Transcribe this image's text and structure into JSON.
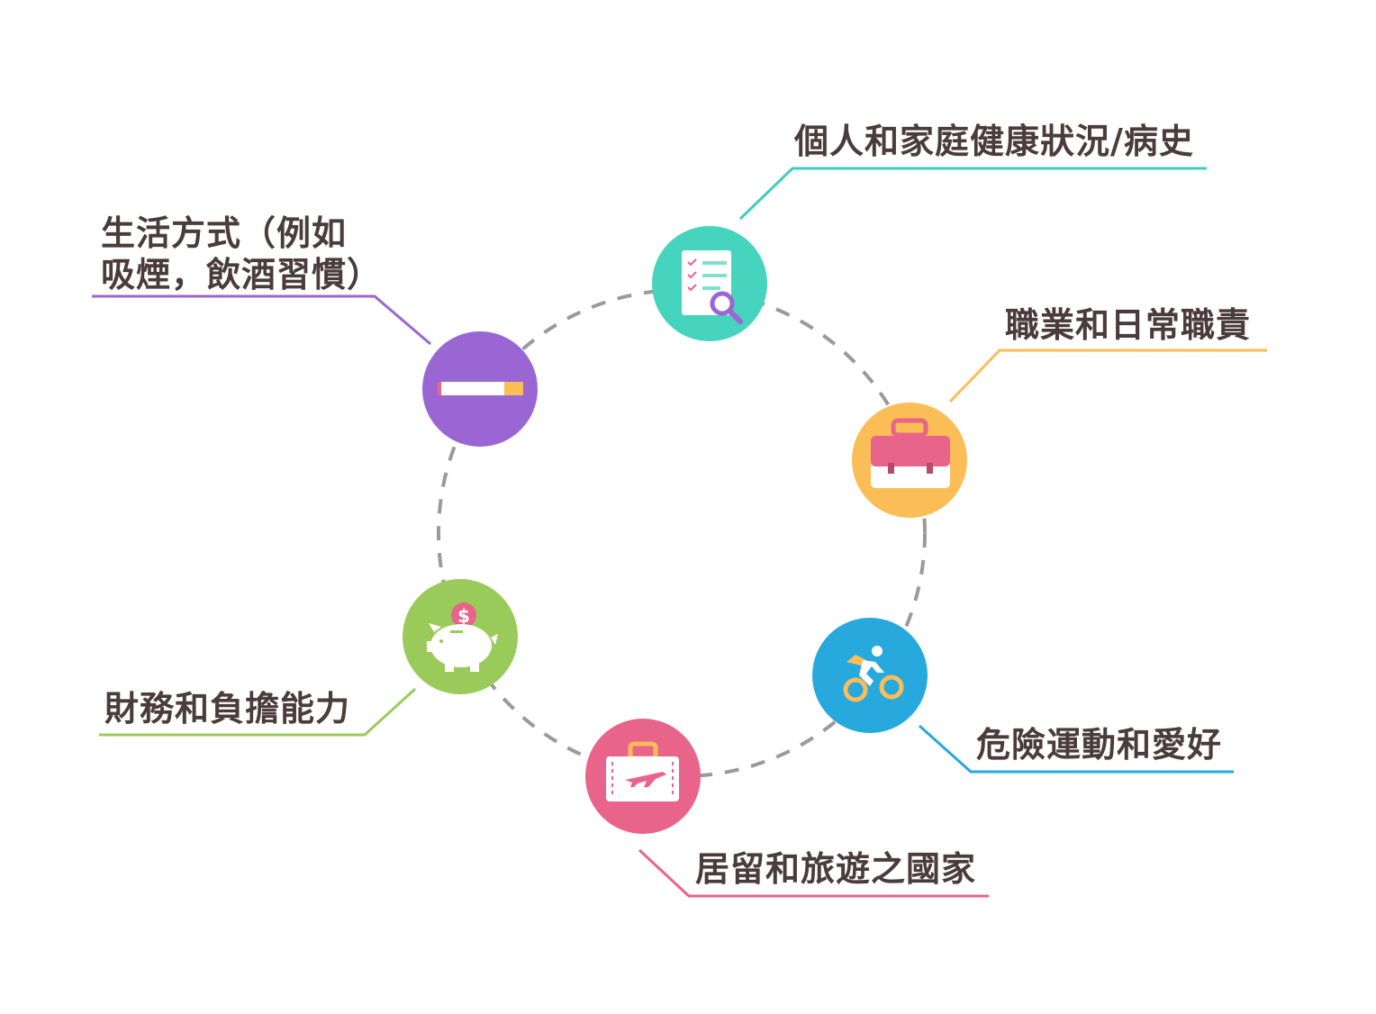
{
  "nodes": [
    {
      "id": "medical",
      "label_lines": [
        "個人和家庭健康狀況/病史"
      ],
      "icon": "clipboard-search-icon",
      "circle_color": "#47d4be",
      "line_color": "#3fcdbf"
    },
    {
      "id": "occupation",
      "label_lines": [
        "職業和日常職責"
      ],
      "icon": "briefcase-icon",
      "circle_color": "#fbbd55",
      "line_color": "#fbbd55"
    },
    {
      "id": "sports",
      "label_lines": [
        "危險運動和愛好"
      ],
      "icon": "cyclist-icon",
      "circle_color": "#27a9de",
      "line_color": "#27a9de"
    },
    {
      "id": "travel",
      "label_lines": [
        "居留和旅遊之國家"
      ],
      "icon": "travel-suitcase-icon",
      "circle_color": "#e9648a",
      "line_color": "#e9648a"
    },
    {
      "id": "finance",
      "label_lines": [
        "財務和負擔能力"
      ],
      "icon": "piggy-bank-icon",
      "circle_color": "#9acb5a",
      "line_color": "#9acb5a"
    },
    {
      "id": "lifestyle",
      "label_lines": [
        "生活方式（例如",
        "吸煙，飲酒習慣）"
      ],
      "icon": "cigarette-icon",
      "circle_color": "#9966d4",
      "line_color": "#9966d4"
    }
  ],
  "ring_color": "#9a9a9a"
}
